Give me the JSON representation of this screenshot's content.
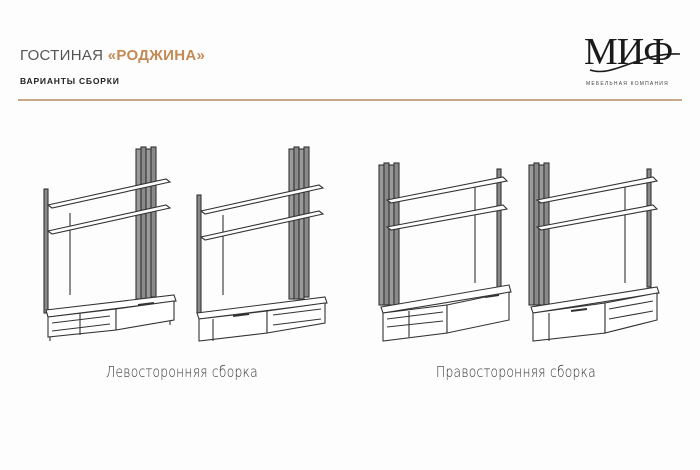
{
  "header": {
    "title_prefix": "ГОСТИНАЯ ",
    "title_accent": "«РОДЖИНА»",
    "subtitle": "ВАРИАНТЫ СБОРКИ",
    "accent_color": "#c48a55",
    "divider_color": "#c9a888"
  },
  "logo": {
    "wordmark": "МИФ",
    "tagline": "МЕБЕЛЬНАЯ  КОМПАНИЯ"
  },
  "variants": [
    {
      "group": "left",
      "caption": "Левосторонняя сборка",
      "units": [
        {
          "panel_side": "right",
          "cabinet_door": "right"
        },
        {
          "panel_side": "right",
          "cabinet_door": "left"
        }
      ]
    },
    {
      "group": "right",
      "caption": "Правосторонняя сборка",
      "units": [
        {
          "panel_side": "left",
          "cabinet_door": "right"
        },
        {
          "panel_side": "left",
          "cabinet_door": "left"
        }
      ]
    }
  ]
}
